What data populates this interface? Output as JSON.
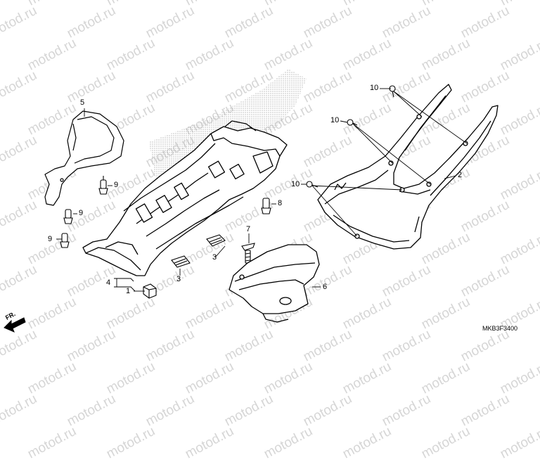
{
  "watermark": "motod.ru",
  "diagram_code": "MKB3F3400",
  "direction_label": "FR.",
  "callouts": [
    {
      "id": "c5",
      "text": "5"
    },
    {
      "id": "c9a",
      "text": "9"
    },
    {
      "id": "c9b",
      "text": "9"
    },
    {
      "id": "c9c",
      "text": "9"
    },
    {
      "id": "c8",
      "text": "8"
    },
    {
      "id": "c7",
      "text": "7"
    },
    {
      "id": "c3a",
      "text": "3"
    },
    {
      "id": "c3b",
      "text": "3"
    },
    {
      "id": "c4",
      "text": "4"
    },
    {
      "id": "c1",
      "text": "1"
    },
    {
      "id": "c6",
      "text": "6"
    },
    {
      "id": "c10a",
      "text": "10"
    },
    {
      "id": "c10b",
      "text": "10"
    },
    {
      "id": "c10c",
      "text": "10"
    },
    {
      "id": "c2",
      "text": "2"
    }
  ]
}
